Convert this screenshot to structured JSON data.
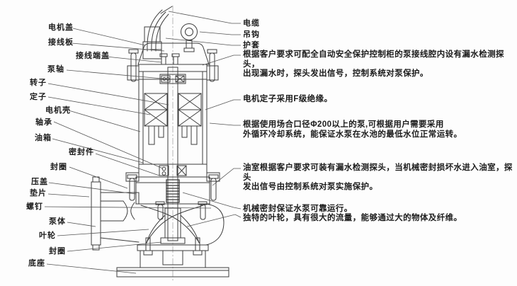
{
  "colors": {
    "background": "#fdfdfd",
    "drawing_line": "#3d3d3d",
    "leader_line": "#555555",
    "text": "#1c1c1c"
  },
  "left_labels": [
    "电机盖",
    "接线板",
    "接线端盖",
    "泵轴",
    "转子",
    "定子",
    "电机壳",
    "轴承",
    "油箱",
    "密封件",
    "封圈",
    "压盖",
    "垫片",
    "螺钉",
    "泵体",
    "叶轮",
    "封圈",
    "底座"
  ],
  "right_labels": [
    "电缆",
    "吊钩",
    "护套",
    "根据客户要求可配全自动安全保护控制柜的泵接线腔内设有漏水检测探头，\n出现漏水时，探头发出信号，控制系统对泵保护。",
    "电机定子采用F级绝缘。",
    "根据使用场合口径Φ200以上的泵,可根据用户需要采用\n外循环冷却系统，能保证水泵在水池的最低水位正常运转。",
    "油室根据客户要求可装有漏水检测探头，当机械密封损坏水进入油室，探头\n发出信号由控制系统对泵实施保护。",
    "机械密封保证水泵可靠运行。",
    "独特的叶轮，具有很大的流量，能够通过大的物体及纤维。"
  ]
}
